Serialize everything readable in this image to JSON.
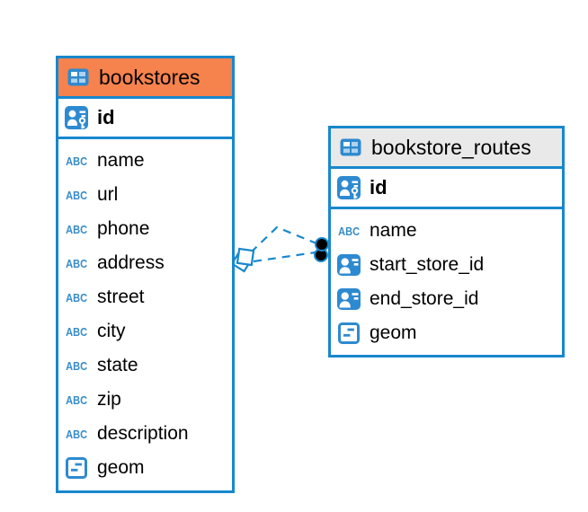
{
  "diagram": {
    "type": "entity-relationship",
    "background": "#ffffff"
  },
  "colors": {
    "table_border": "#1788cd",
    "bookstores_header": "#f6824d",
    "bookstore_routes_header": "#e9e9e9",
    "icon_blue": "#2e8ad0",
    "text_type_blue": "#368ccb",
    "connector_line": "#1788cd",
    "connector_dot": "#000000"
  },
  "icons": {
    "text_type_glyph": "ABC"
  },
  "tables": [
    {
      "title": "bookstores",
      "header_color": "#f6824d",
      "columns": [
        {
          "name": "id",
          "icon": "primary-key-icon",
          "key": "primary"
        },
        {
          "name": "name",
          "icon": "text-type-icon"
        },
        {
          "name": "url",
          "icon": "text-type-icon"
        },
        {
          "name": "phone",
          "icon": "text-type-icon"
        },
        {
          "name": "address",
          "icon": "text-type-icon"
        },
        {
          "name": "street",
          "icon": "text-type-icon"
        },
        {
          "name": "city",
          "icon": "text-type-icon"
        },
        {
          "name": "state",
          "icon": "text-type-icon"
        },
        {
          "name": "zip",
          "icon": "text-type-icon"
        },
        {
          "name": "description",
          "icon": "text-type-icon"
        },
        {
          "name": "geom",
          "icon": "geometry-type-icon"
        }
      ]
    },
    {
      "title": "bookstore_routes",
      "header_color": "#e9e9e9",
      "columns": [
        {
          "name": "id",
          "icon": "primary-key-icon",
          "key": "primary"
        },
        {
          "name": "name",
          "icon": "text-type-icon"
        },
        {
          "name": "start_store_id",
          "icon": "foreign-key-icon"
        },
        {
          "name": "end_store_id",
          "icon": "foreign-key-icon"
        },
        {
          "name": "geom",
          "icon": "geometry-type-icon"
        }
      ]
    }
  ],
  "relationships": [
    {
      "between": [
        "bookstores",
        "bookstore_routes"
      ],
      "line_style": "dashed",
      "left_marker": "diamond",
      "right_marker": "dot"
    },
    {
      "between": [
        "bookstores",
        "bookstore_routes"
      ],
      "line_style": "dashed",
      "left_marker": "diamond",
      "right_marker": "dot"
    }
  ]
}
